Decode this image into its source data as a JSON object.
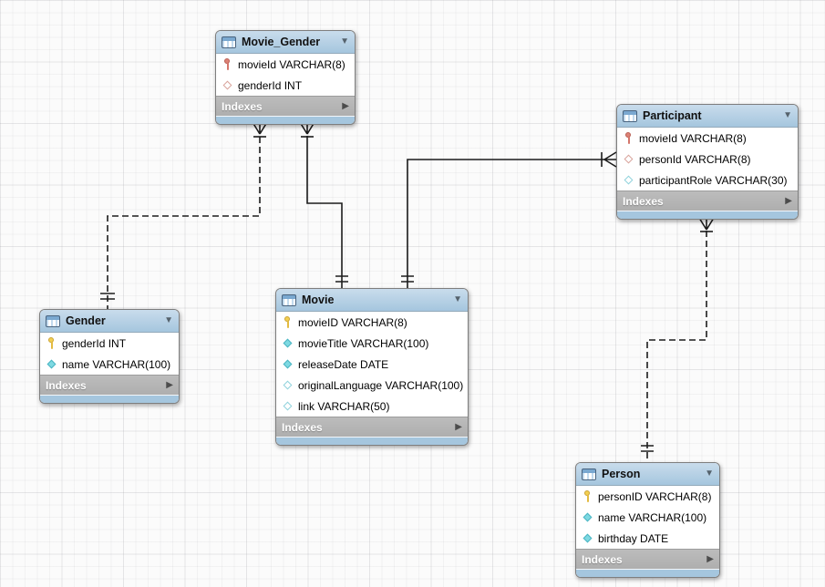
{
  "labels": {
    "indexes": "Indexes"
  },
  "glyphs": {
    "collapse": "▼",
    "expand": "▶"
  },
  "colors": {
    "header_blue": "#a8c8de",
    "indexes_gray": "#b5b5b5",
    "key_yellow": "#f3d052",
    "key_red": "#dd8276",
    "diamond_cyan_filled": "#7ed9e2",
    "diamond_cyan_outline": "#8fd2dc",
    "diamond_red_outline": "#d8a39b",
    "relationship_line": "#1c1c1c"
  },
  "tables": [
    {
      "name": "Movie_Gender",
      "columns": [
        {
          "text": "movieId VARCHAR(8)",
          "icon": "key-red"
        },
        {
          "text": "genderId INT",
          "icon": "diamond-outline-red"
        }
      ]
    },
    {
      "name": "Participant",
      "columns": [
        {
          "text": "movieId VARCHAR(8)",
          "icon": "key-red"
        },
        {
          "text": "personId VARCHAR(8)",
          "icon": "diamond-outline-red"
        },
        {
          "text": "participantRole VARCHAR(30)",
          "icon": "diamond-outline-cyan"
        }
      ]
    },
    {
      "name": "Gender",
      "columns": [
        {
          "text": "genderId INT",
          "icon": "key-yellow"
        },
        {
          "text": "name VARCHAR(100)",
          "icon": "diamond-filled-cyan"
        }
      ]
    },
    {
      "name": "Movie",
      "columns": [
        {
          "text": "movieID VARCHAR(8)",
          "icon": "key-yellow"
        },
        {
          "text": "movieTitle VARCHAR(100)",
          "icon": "diamond-filled-cyan"
        },
        {
          "text": "releaseDate DATE",
          "icon": "diamond-filled-cyan"
        },
        {
          "text": "originalLanguage VARCHAR(100)",
          "icon": "diamond-outline-cyan"
        },
        {
          "text": "link VARCHAR(50)",
          "icon": "diamond-outline-cyan"
        }
      ]
    },
    {
      "name": "Person",
      "columns": [
        {
          "text": "personID VARCHAR(8)",
          "icon": "key-yellow"
        },
        {
          "text": "name VARCHAR(100)",
          "icon": "diamond-filled-cyan"
        },
        {
          "text": "birthday DATE",
          "icon": "diamond-filled-cyan"
        }
      ]
    }
  ],
  "relationships": [
    {
      "from": "Movie_Gender",
      "to": "Gender",
      "line": "dashed",
      "from_cardinality": "many",
      "to_cardinality": "one"
    },
    {
      "from": "Movie_Gender",
      "to": "Movie",
      "line": "solid",
      "from_cardinality": "many",
      "to_cardinality": "one"
    },
    {
      "from": "Participant",
      "to": "Movie",
      "line": "solid",
      "from_cardinality": "many",
      "to_cardinality": "one"
    },
    {
      "from": "Participant",
      "to": "Person",
      "line": "dashed",
      "from_cardinality": "many",
      "to_cardinality": "one"
    }
  ]
}
